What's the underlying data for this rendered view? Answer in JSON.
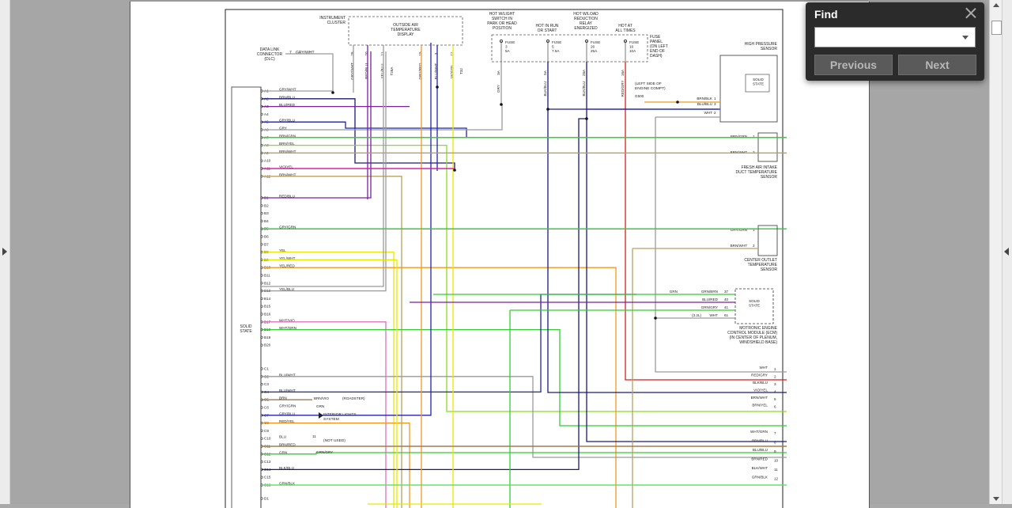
{
  "find": {
    "title": "Find",
    "search_value": "",
    "prev_label": "Previous",
    "next_label": "Next"
  },
  "diagram": {
    "top_labels": {
      "instrument_cluster": "INSTRUMENT\nCLUSTER",
      "oat_display": "OUTSIDE AIR\nTEMPERATURE\nDISPLAY",
      "hot_headlight": "HOT W/LIGHT\nSWITCH IN\nPARK OR HEAD\nPOSITION",
      "hot_run_start": "HOT IN RUN\nOR START",
      "hot_load_reduction": "HOT W/LOAD\nREDUCTION\nRELAY\nENERGIZED",
      "hot_all_times": "HOT AT\nALL TIMES",
      "fuse_panel": "FUSE\nPANEL\n(ON LEFT\nEND OF\nDASH)",
      "high_pressure_sensor": "HIGH PRESSURE\nSENSOR",
      "data_link": "DATA LINK\nCONNECTOR\n(DLC)",
      "left_side_engine": "(LEFT SIDE OF\nENGINE COMPT)",
      "fresh_air_sensor": "FRESH AIR INTAKE\nDUCT TEMPERATURE\nSENSOR",
      "center_outlet_sensor": "CENTER OUTLET\nTEMPERATURE\nSENSOR",
      "ecm": "MOTRONIC ENGINE\nCONTROL MODULE (ECM)\n(IN CENTER OF PLENUM,\nWINDSHIELD BASE)",
      "solid_state": "SOLID\nSTATE",
      "interior_lights": "INTERIOR LIGHTS\nSYSTEM",
      "not_used": "(NOT USED)",
      "roadster": "(ROADSTER)"
    },
    "fuses": [
      {
        "label": "FUSE\n3\n5A",
        "wire": "GRY",
        "pin": "3A"
      },
      {
        "label": "FUSE\n5\n7.5A",
        "wire": "BLK/BLU",
        "pin": "5A"
      },
      {
        "label": "FUSE\n26\n25A",
        "wire": "BLK/BLU",
        "pin": "26A"
      },
      {
        "label": "FUSE\n16\n10A",
        "wire": "RED/GRY",
        "pin": "16A"
      }
    ],
    "cluster_pins": [
      {
        "wire": "GRY/WHT",
        "pin": "28"
      },
      {
        "wire": "RED/BLU",
        "pin": "20"
      },
      {
        "wire": "YEL/BLU",
        "pin": "11"
      },
      {
        "wire": "T26A",
        "pin": ""
      },
      {
        "wire": "GRY/RED",
        "pin": "15"
      },
      {
        "wire": "BLU/WHT",
        "pin": "3"
      },
      {
        "wire": "VIO/YEL",
        "pin": "12"
      },
      {
        "wire": "T32",
        "pin": ""
      }
    ],
    "module_pins": [
      {
        "pin": "A1",
        "wire": "GRY/WHT"
      },
      {
        "pin": "A2",
        "wire": "BRN/BLU"
      },
      {
        "pin": "A3",
        "wire": "BLU/RED"
      },
      {
        "pin": "A4",
        "wire": ""
      },
      {
        "pin": "A5",
        "wire": "GRY/BLU"
      },
      {
        "pin": "A6",
        "wire": "GRY"
      },
      {
        "pin": "A7",
        "wire": "BRN/GRN"
      },
      {
        "pin": "A8",
        "wire": "BRN/YEL"
      },
      {
        "pin": "A9",
        "wire": "BRN/WHT"
      },
      {
        "pin": "A10",
        "wire": ""
      },
      {
        "pin": "A11",
        "wire": "VIO/YEL"
      },
      {
        "pin": "A12",
        "wire": "BRN/WHT"
      },
      {
        "pin": "B1",
        "wire": "RED/BLU"
      },
      {
        "pin": "B2",
        "wire": ""
      },
      {
        "pin": "B3",
        "wire": ""
      },
      {
        "pin": "B4",
        "wire": ""
      },
      {
        "pin": "B5",
        "wire": "GRY/GRN"
      },
      {
        "pin": "B6",
        "wire": ""
      },
      {
        "pin": "B7",
        "wire": ""
      },
      {
        "pin": "B8",
        "wire": "YEL"
      },
      {
        "pin": "B9",
        "wire": "YEL/WHT"
      },
      {
        "pin": "B10",
        "wire": "YEL/RED"
      },
      {
        "pin": "B11",
        "wire": ""
      },
      {
        "pin": "B12",
        "wire": ""
      },
      {
        "pin": "B13",
        "wire": "YEL/BLU"
      },
      {
        "pin": "B14",
        "wire": ""
      },
      {
        "pin": "B15",
        "wire": ""
      },
      {
        "pin": "B16",
        "wire": ""
      },
      {
        "pin": "B17",
        "wire": "WHT/VIO"
      },
      {
        "pin": "B18",
        "wire": "WHT/GRN"
      },
      {
        "pin": "B19",
        "wire": ""
      },
      {
        "pin": "B20",
        "wire": ""
      },
      {
        "pin": "C1",
        "wire": ""
      },
      {
        "pin": "C2",
        "wire": "BLU/WHT"
      },
      {
        "pin": "C3",
        "wire": ""
      },
      {
        "pin": "C4",
        "wire": "BLU/WHT"
      },
      {
        "pin": "C5",
        "wire": "BRN"
      },
      {
        "pin": "C6",
        "wire": "GRY/GRN"
      },
      {
        "pin": "C7",
        "wire": "GRY/BLU"
      },
      {
        "pin": "C8",
        "wire": "RED/YEL"
      },
      {
        "pin": "C9",
        "wire": ""
      },
      {
        "pin": "C10",
        "wire": "BLU"
      },
      {
        "pin": "C11",
        "wire": "BRN/RED"
      },
      {
        "pin": "C12",
        "wire": "GRN"
      },
      {
        "pin": "C13",
        "wire": ""
      },
      {
        "pin": "C14",
        "wire": "BLK/BLU"
      },
      {
        "pin": "C15",
        "wire": ""
      },
      {
        "pin": "C16",
        "wire": "GRN/BLK"
      },
      {
        "pin": "D1",
        "wire": ""
      }
    ],
    "right_connector": [
      {
        "wire": "WHT",
        "pin": "1"
      },
      {
        "wire": "RED/GRY",
        "pin": "2"
      },
      {
        "wire": "BLK/BLU",
        "pin": "3"
      },
      {
        "wire": "VIO/YEL",
        "pin": "4"
      },
      {
        "wire": "BRN/WHT",
        "pin": "5"
      },
      {
        "wire": "BRN/YEL",
        "pin": "6"
      },
      {
        "wire": "WHT/GRN",
        "pin": "7"
      },
      {
        "wire": "BRN/BLU",
        "pin": "8"
      },
      {
        "wire": "BLU/BLU",
        "pin": "9"
      },
      {
        "wire": "BRN/RED",
        "pin": "10"
      },
      {
        "wire": "BLK/WHT",
        "pin": "11"
      },
      {
        "wire": "GRN/BLK",
        "pin": "12"
      }
    ],
    "ecm_pins": [
      {
        "wire": "GRN/BRN",
        "pin": "37"
      },
      {
        "wire": "BLU/RED",
        "pin": "40"
      },
      {
        "wire": "GRN/GRY",
        "pin": "41"
      },
      {
        "wire": "WHT",
        "pin": "61"
      }
    ],
    "hp_pins": [
      {
        "wire": "BRN/BLK",
        "pin": "1"
      },
      {
        "wire": "BLU/BLU",
        "pin": "3"
      },
      {
        "wire": "WHT",
        "pin": "2"
      }
    ],
    "fresh_pins": [
      {
        "wire": "BRN/GRN",
        "pin": "1"
      },
      {
        "wire": "BRN/WHT",
        "pin": "2"
      }
    ],
    "outlet_pins": [
      {
        "wire": "GRY/GRN",
        "pin": "1"
      },
      {
        "wire": "BRN/WHT",
        "pin": "2"
      }
    ],
    "misc": {
      "dlc_pin": "7",
      "dlc_wire": "GRY/WHT",
      "g500": "G500",
      "c5_wire": "BRN/VIO",
      "c6_wire": "GRN",
      "c10_pin": "11",
      "c12_wire": "GRN/GRY",
      "ecm_note": "(3.2L)",
      "ecm_grn": "GRN"
    },
    "colors": {
      "gray": "#9a9a9a",
      "blue": "#2222aa",
      "purple": "#7a1fa2",
      "red": "#d42020",
      "magenta": "#d020a0",
      "green": "#33cc33",
      "lime": "#88dd22",
      "yellow": "#e8e800",
      "orange": "#ee9922",
      "brown": "#a0784a",
      "olive": "#b8a060",
      "darkblue": "#1a1a7a",
      "black": "#222222",
      "pink": "#e070c0",
      "ltgreen": "#66dd66"
    }
  }
}
